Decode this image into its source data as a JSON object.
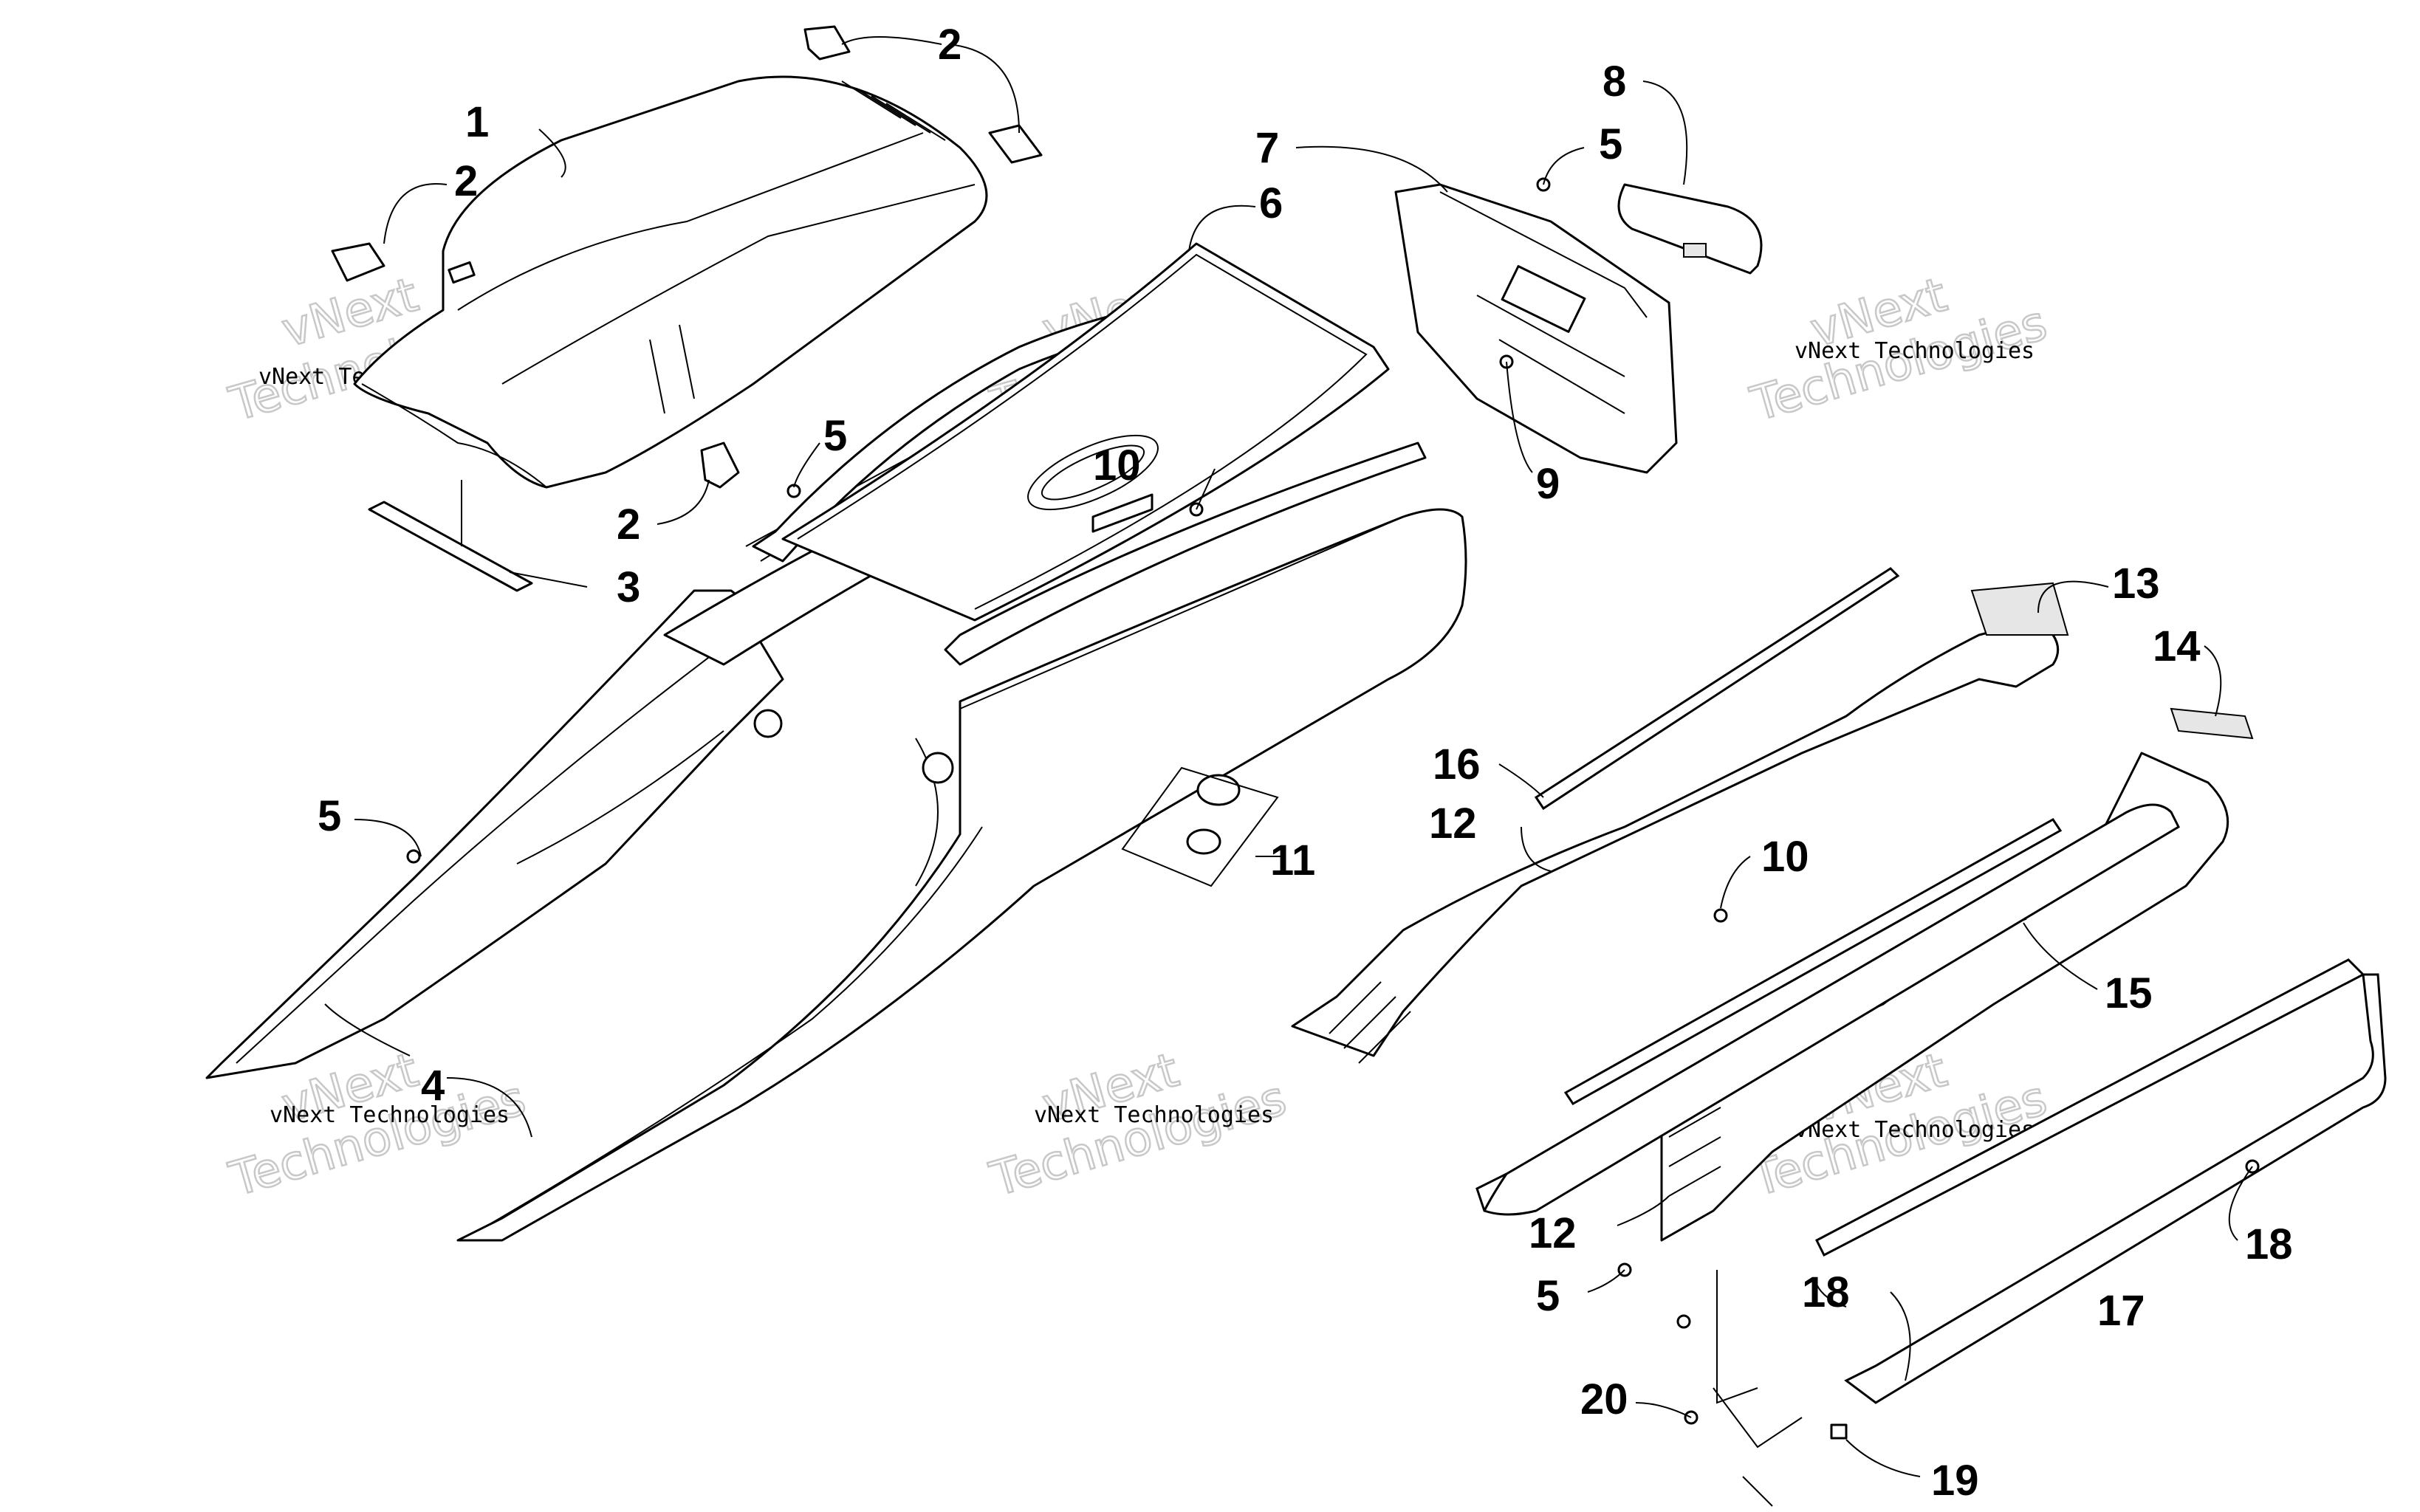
{
  "watermark": {
    "brand_line": "vNext Technologies",
    "part1": "vNext",
    "part2": "Technologies"
  },
  "callouts": {
    "c1": "1",
    "c2a": "2",
    "c2b": "2",
    "c2c": "2",
    "c3": "3",
    "c4": "4",
    "c5a": "5",
    "c5b": "5",
    "c5c": "5",
    "c5d": "5",
    "c6": "6",
    "c7": "7",
    "c8": "8",
    "c9": "9",
    "c10a": "10",
    "c10b": "10",
    "c11": "11",
    "c12a": "12",
    "c12b": "12",
    "c13": "13",
    "c14": "14",
    "c15": "15",
    "c16": "16",
    "c17": "17",
    "c18a": "18",
    "c18b": "18",
    "c19": "19",
    "c20": "20"
  }
}
